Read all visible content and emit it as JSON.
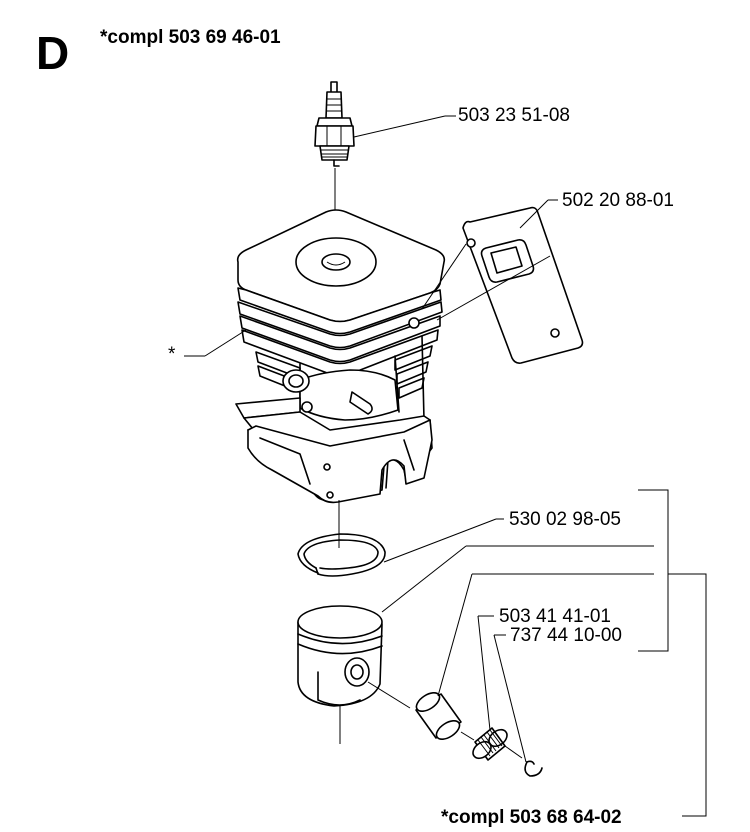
{
  "diagram": {
    "section_letter": "D",
    "title": "*compl 503 69 46-01",
    "footer": "*compl 503 68 64-02",
    "part_labels": {
      "spark_plug": "503 23 51-08",
      "gasket": "502 20 88-01",
      "cylinder": "*",
      "piston_ring": "530 02 98-05",
      "piston_pin": "503 41 41-01",
      "needle_bearing": "737 44 10-00"
    },
    "colors": {
      "ink": "#000000",
      "background": "#ffffff"
    }
  }
}
